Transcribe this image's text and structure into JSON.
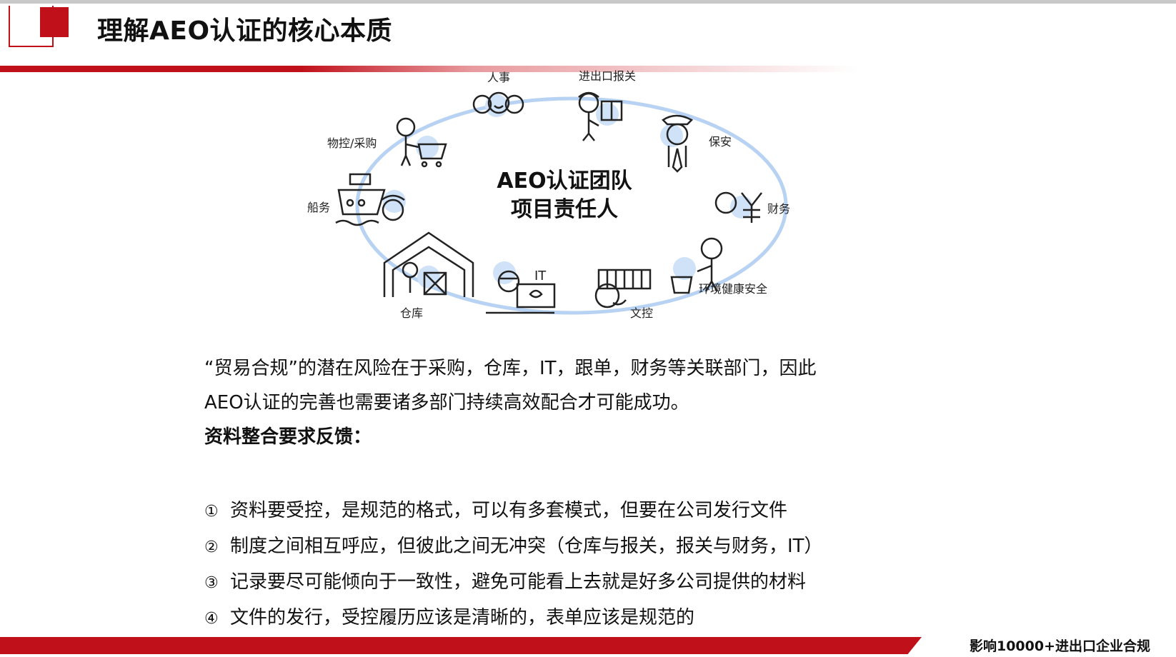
{
  "header": {
    "title": "理解AEO认证的核心本质"
  },
  "diagram": {
    "center_line1": "AEO认证团队",
    "center_line2": "项目责任人",
    "departments": [
      "人事",
      "进出口报关",
      "保安",
      "财务",
      "环境健康安全",
      "文控",
      "IT",
      "仓库",
      "船务",
      "物控/采购"
    ],
    "icons": [
      "person-icon",
      "customs-worker-icon",
      "security-guard-icon",
      "yuan-icon",
      "recycle-bin-icon",
      "filing-cabinet-icon",
      "laptop-icon",
      "warehouse-icon",
      "ship-icon",
      "shopping-cart-icon"
    ]
  },
  "body": {
    "intro_line1": "“贸易合规”的潜在风险在于采购，仓库，IT，跟单，财务等关联部门，因此",
    "intro_line2": "AEO认证的完善也需要诸多部门持续高效配合才可能成功。",
    "feedback_title": "资料整合要求反馈："
  },
  "list": [
    {
      "num": "①",
      "text": "资料要受控，是规范的格式，可以有多套模式，但要在公司发行文件"
    },
    {
      "num": "②",
      "text": "制度之间相互呼应，但彼此之间无冲突（仓库与报关，报关与财务，IT）"
    },
    {
      "num": "③",
      "text": "记录要尽可能倾向于一致性，避免可能看上去就是好多公司提供的材料"
    },
    {
      "num": "④",
      "text": "文件的发行，受控履历应该是清晰的，表单应该是规范的"
    }
  ],
  "footer": {
    "slogan": "影响10000+进出口企业合规"
  },
  "colors": {
    "brand_red": "#c0101a",
    "ring_blue": "#a9c9ee"
  }
}
